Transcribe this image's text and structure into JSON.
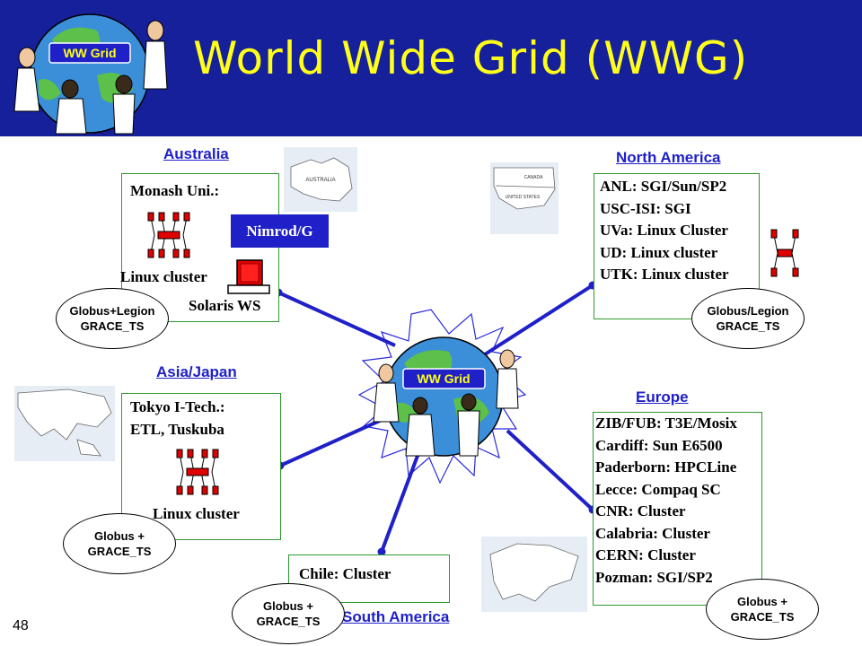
{
  "slide": {
    "title": "World Wide Grid (WWG)",
    "page_number": "48",
    "logo_text": "WW Grid"
  },
  "middleware": "Nimrod/G",
  "regions": {
    "australia": {
      "label": "Australia",
      "site": "Monash Uni.:",
      "cluster": "Linux cluster",
      "workstation": "Solaris WS",
      "middleware": [
        "Globus+Legion",
        "GRACE_TS"
      ]
    },
    "north_america": {
      "label": "North America",
      "sites": [
        "ANL: SGI/Sun/SP2",
        "USC-ISI: SGI",
        "UVa: Linux Cluster",
        "UD: Linux cluster",
        "UTK: Linux cluster"
      ],
      "middleware": [
        "Globus/Legion",
        "GRACE_TS"
      ]
    },
    "asia_japan": {
      "label": "Asia/Japan",
      "sites": [
        "Tokyo I-Tech.:",
        "ETL, Tuskuba"
      ],
      "cluster": "Linux cluster",
      "middleware": [
        "Globus +",
        "GRACE_TS"
      ]
    },
    "europe": {
      "label": "Europe",
      "sites": [
        "ZIB/FUB: T3E/Mosix",
        "Cardiff: Sun E6500",
        "Paderborn: HPCLine",
        "Lecce: Compaq SC",
        "CNR: Cluster",
        "Calabria: Cluster",
        "CERN: Cluster",
        "Pozman: SGI/SP2"
      ],
      "middleware": [
        "Globus +",
        "GRACE_TS"
      ]
    },
    "south_america": {
      "label": "South America",
      "sites": [
        "Chile: Cluster"
      ],
      "middleware": [
        "Globus +",
        "GRACE_TS"
      ]
    }
  },
  "map_labels": {
    "australia": "AUSTRALIA",
    "canada": "CANADA",
    "usa": "UNITED STATES"
  },
  "colors": {
    "header_bg": "#16209a",
    "title": "#ffff1a",
    "link_line": "#1f20c8",
    "box_border": "#2e9a2e",
    "node_red": "#e00000"
  }
}
